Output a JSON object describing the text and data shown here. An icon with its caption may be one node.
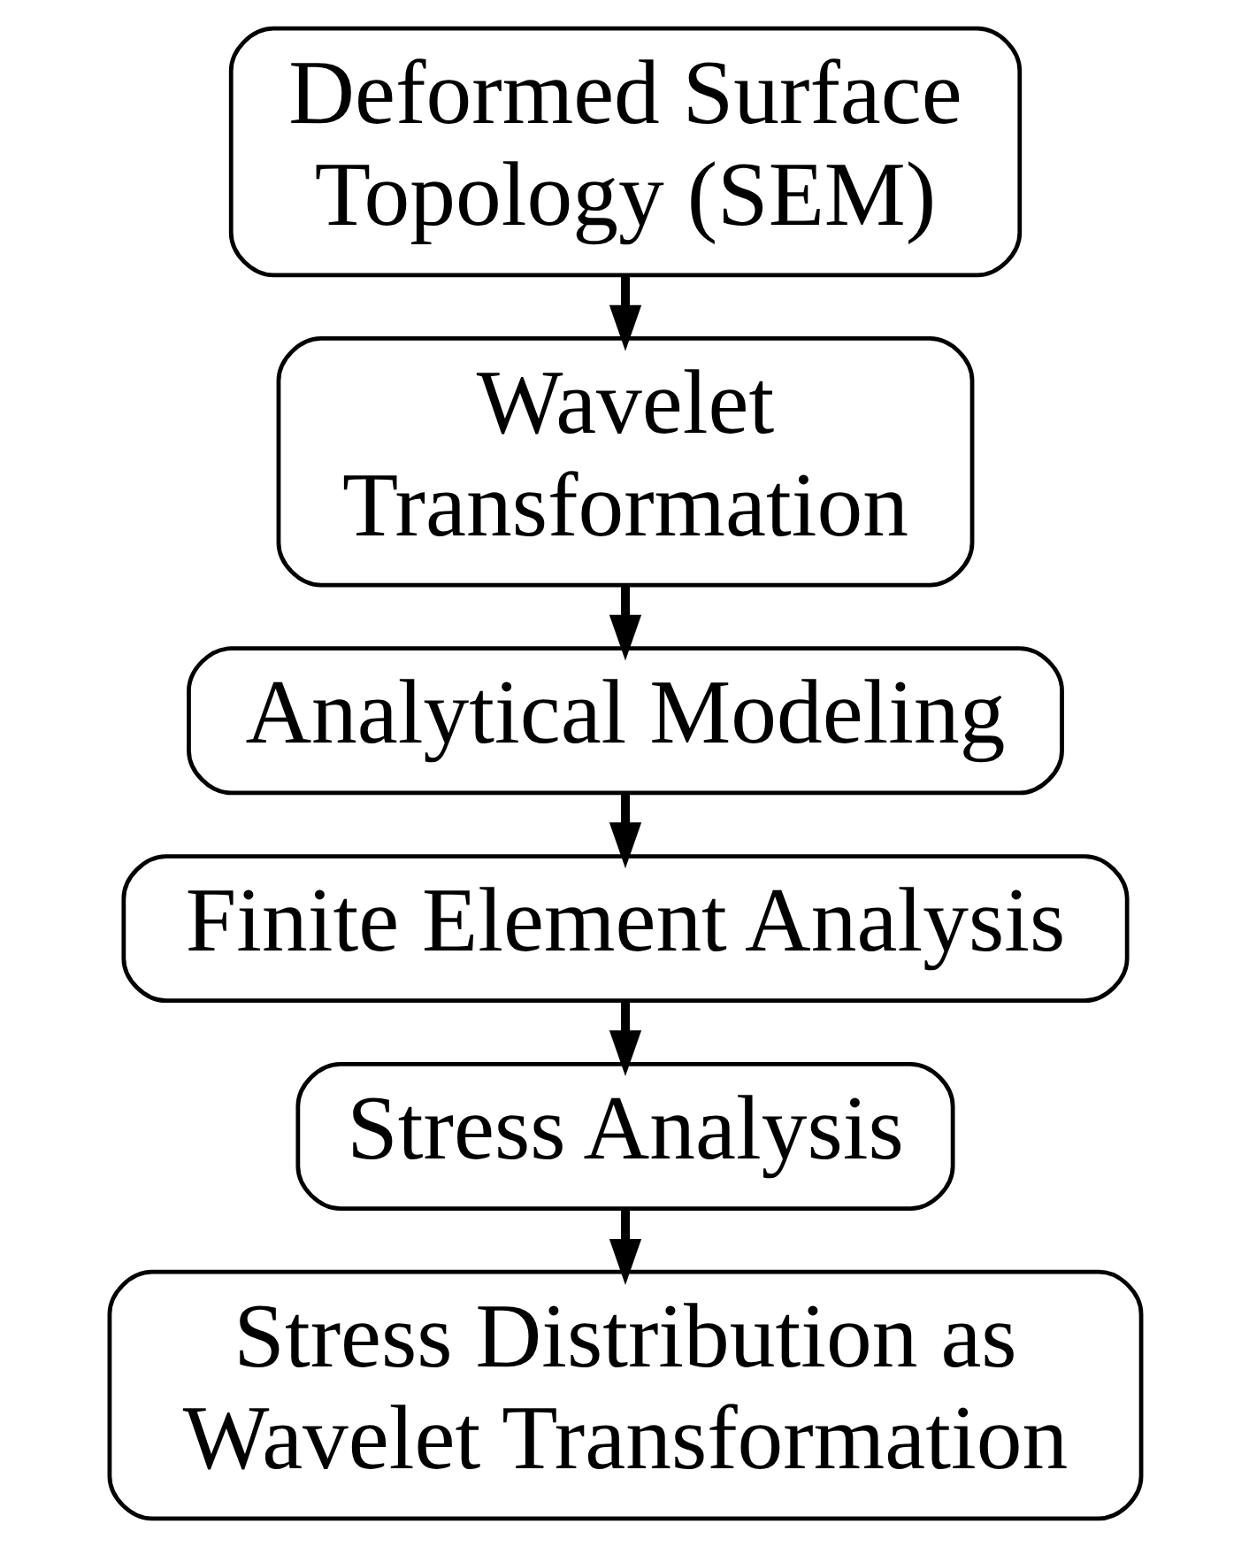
{
  "diagram": {
    "nodes": [
      {
        "text": [
          "Deformed Surface Topology (SEM)"
        ]
      },
      {
        "text": [
          "Wavelet Transformation"
        ]
      },
      {
        "text": [
          "Analytical Modeling"
        ]
      },
      {
        "text": [
          "Finite Element Analysis"
        ]
      },
      {
        "text": [
          "Stress Analysis"
        ]
      },
      {
        "text": [
          "Stress Distribution as Wavelet Transformation"
        ]
      }
    ],
    "edges": [
      {
        "from": 0,
        "to": 1,
        "arrow": "to"
      },
      {
        "from": 1,
        "to": 2,
        "arrow": "to"
      },
      {
        "from": 2,
        "to": 3,
        "arrow": "to"
      },
      {
        "from": 3,
        "to": 4,
        "arrow": "to"
      },
      {
        "from": 4,
        "to": 5,
        "arrow": "to"
      }
    ]
  }
}
